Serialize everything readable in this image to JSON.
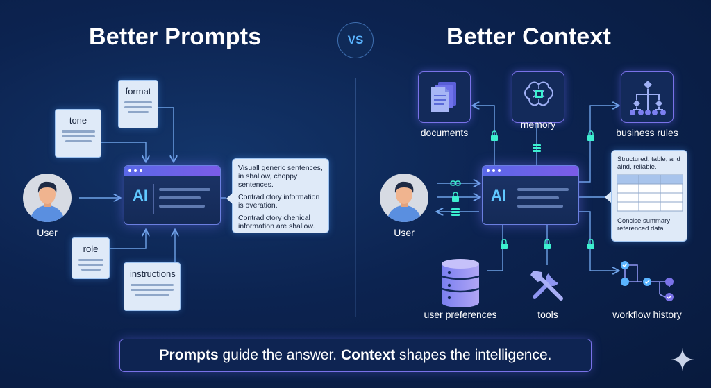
{
  "header": {
    "left_title": "Better Prompts",
    "vs": "VS",
    "right_title": "Better Context"
  },
  "left": {
    "cards": {
      "format": "format",
      "tone": "tone",
      "role": "role",
      "instructions": "instructions"
    },
    "ai_label": "AI",
    "user_label": "User",
    "bubble": [
      "Visuall generic sentences, in shallow, choppy sentences.",
      "Contradictory information is overation.",
      "Contradictory chenical information are shallow."
    ]
  },
  "right": {
    "ai_label": "AI",
    "user_label": "User",
    "sources": {
      "documents": "documents",
      "memory": "memory",
      "business_rules": "business rules",
      "user_preferences": "user preferences",
      "tools": "tools",
      "workflow_history": "workflow history"
    },
    "bubble": {
      "top": "Structured, table, and aind, reliable.",
      "bottom": "Concise summary referenced data."
    }
  },
  "footer": {
    "part1": "Prompts",
    "part2": " guide the answer. ",
    "part3": "Context",
    "part4": " shapes the intelligence."
  },
  "colors": {
    "background": "#0c2350",
    "accent_cyan": "#5ab4ff",
    "accent_purple": "#7a72e8",
    "card_bg": "#dfeaf8",
    "glow_green": "#3df0d0"
  },
  "icons": [
    "user-avatar-icon",
    "documents-icon",
    "brain-chip-icon",
    "hierarchy-icon",
    "database-icon",
    "tools-icon",
    "workflow-icon",
    "lock-icon",
    "sparkle-icon"
  ]
}
